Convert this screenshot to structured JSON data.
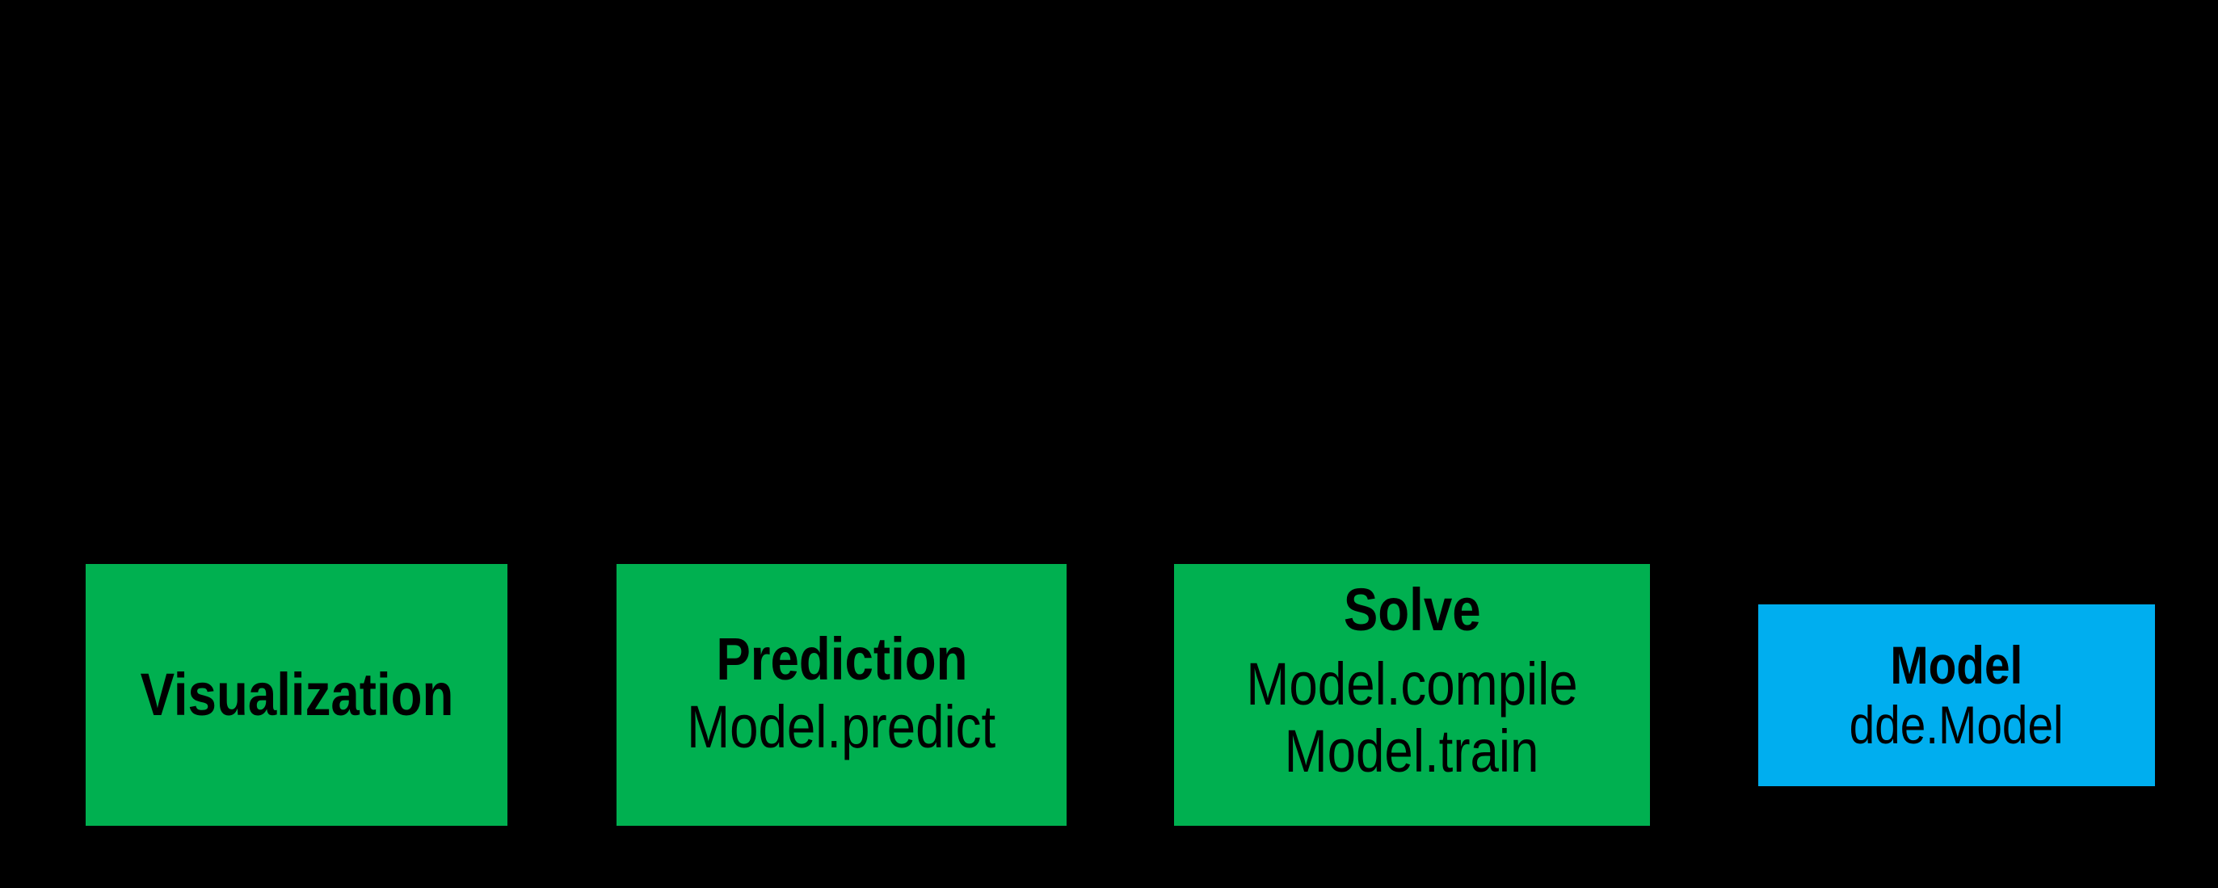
{
  "diagram": {
    "background_color": "#000000",
    "text_color": "#000000",
    "nodes": [
      {
        "id": "visualization",
        "title": "Visualization",
        "api_lines": [],
        "color": "#00B050",
        "color_name": "green"
      },
      {
        "id": "prediction",
        "title": "Prediction",
        "api_lines": [
          "Model.predict"
        ],
        "color": "#00B050",
        "color_name": "green"
      },
      {
        "id": "solve",
        "title": "Solve",
        "api_lines": [
          "Model.compile",
          "Model.train"
        ],
        "color": "#00B050",
        "color_name": "green"
      },
      {
        "id": "model",
        "title": "Model",
        "api_lines": [
          "dde.Model"
        ],
        "color": "#00AEEF",
        "color_name": "blue"
      }
    ]
  }
}
